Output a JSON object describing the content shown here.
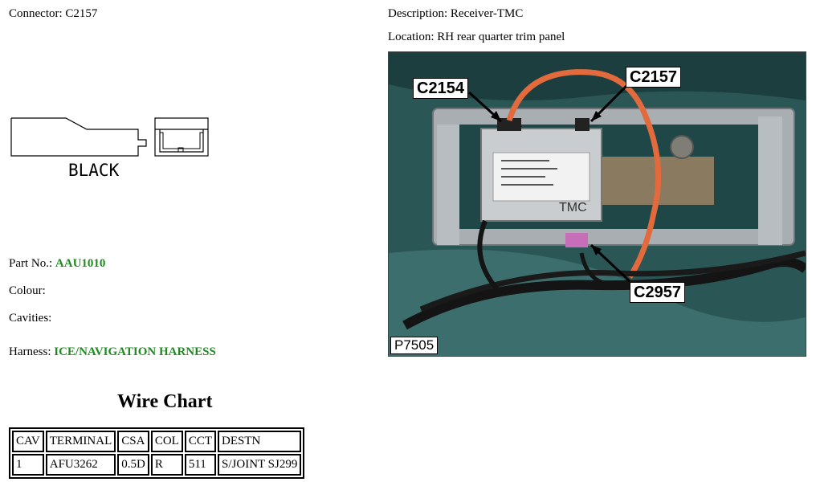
{
  "connector": {
    "label": "Connector:",
    "value": "C2157"
  },
  "description": {
    "label": "Description:",
    "value": "Receiver-TMC"
  },
  "location": {
    "label": "Location:",
    "value": "RH rear quarter trim panel"
  },
  "connector_colour_text": "BLACK",
  "part_no": {
    "label": "Part No.:",
    "value": "AAU1010"
  },
  "colour": {
    "label": "Colour:",
    "value": ""
  },
  "cavities": {
    "label": "Cavities:",
    "value": ""
  },
  "harness": {
    "label": "Harness:",
    "value": "ICE/NAVIGATION HARNESS"
  },
  "wire_chart": {
    "title": "Wire Chart",
    "headers": [
      "CAV",
      "TERMINAL",
      "CSA",
      "COL",
      "CCT",
      "DESTN"
    ],
    "rows": [
      [
        "1",
        "AFU3262",
        "0.5D",
        "R",
        "511",
        "S/JOINT SJ299"
      ]
    ]
  },
  "photo": {
    "callouts": [
      "C2154",
      "C2157",
      "C2957"
    ],
    "module_label": "TMC",
    "reference": "P7505"
  },
  "colors": {
    "link_green": "#1f8a1f"
  }
}
